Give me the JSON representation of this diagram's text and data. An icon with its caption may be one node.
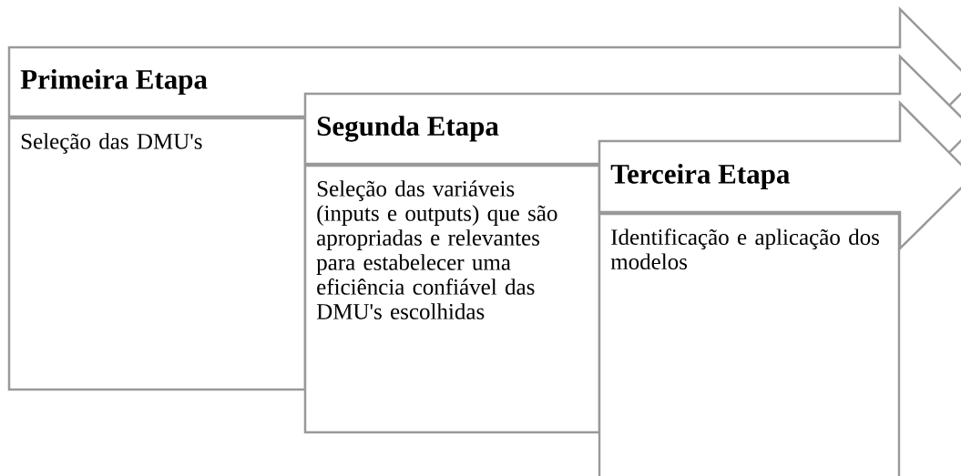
{
  "diagram": {
    "nodes": [
      {
        "text": [
          "Primeira Etapa"
        ]
      },
      {
        "text": [
          "Seleção das DMU's"
        ]
      },
      {
        "text": [
          "Segunda Etapa"
        ]
      },
      {
        "text": [
          "Seleção das variáveis (inputs e outputs) que são apropriadas e relevantes para estabelecer uma eficiência confiável das DMU's escolhidas"
        ]
      },
      {
        "text": [
          "Terceira Etapa"
        ]
      },
      {
        "text": [
          "Identificação e aplicação dos modelos"
        ]
      }
    ]
  }
}
